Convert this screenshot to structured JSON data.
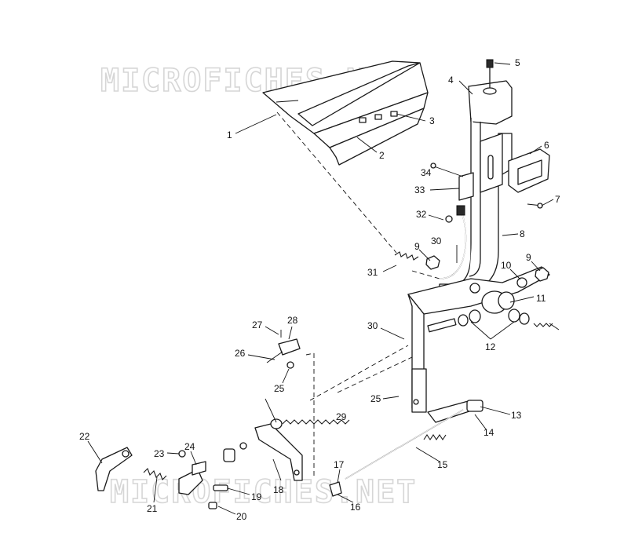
{
  "watermark": {
    "text": "MICROFICHES.NET",
    "color": "#d6d6d6"
  },
  "callouts": [
    "1",
    "2",
    "3",
    "4",
    "5",
    "6",
    "7",
    "8",
    "9",
    "10",
    "11",
    "12",
    "13",
    "14",
    "15",
    "16",
    "17",
    "18",
    "19",
    "20",
    "21",
    "22",
    "23",
    "24",
    "25",
    "26",
    "27",
    "28",
    "29",
    "30",
    "31",
    "32",
    "33",
    "34"
  ],
  "callout_instances": {
    "c1": "1",
    "c2": "2",
    "c3": "3",
    "c4": "4",
    "c5": "5",
    "c6": "6",
    "c7": "7",
    "c8": "8",
    "c9a": "9",
    "c9b": "9",
    "c10": "10",
    "c11": "11",
    "c12": "12",
    "c13": "13",
    "c14": "14",
    "c15": "15",
    "c16": "16",
    "c17": "17",
    "c18": "18",
    "c19": "19",
    "c20": "20",
    "c21": "21",
    "c22": "22",
    "c23": "23",
    "c24": "24",
    "c25a": "25",
    "c25b": "25",
    "c26": "26",
    "c27": "27",
    "c28": "28",
    "c29": "29",
    "c30a": "30",
    "c30b": "30",
    "c31": "31",
    "c32": "32",
    "c33": "33",
    "c34": "34"
  }
}
